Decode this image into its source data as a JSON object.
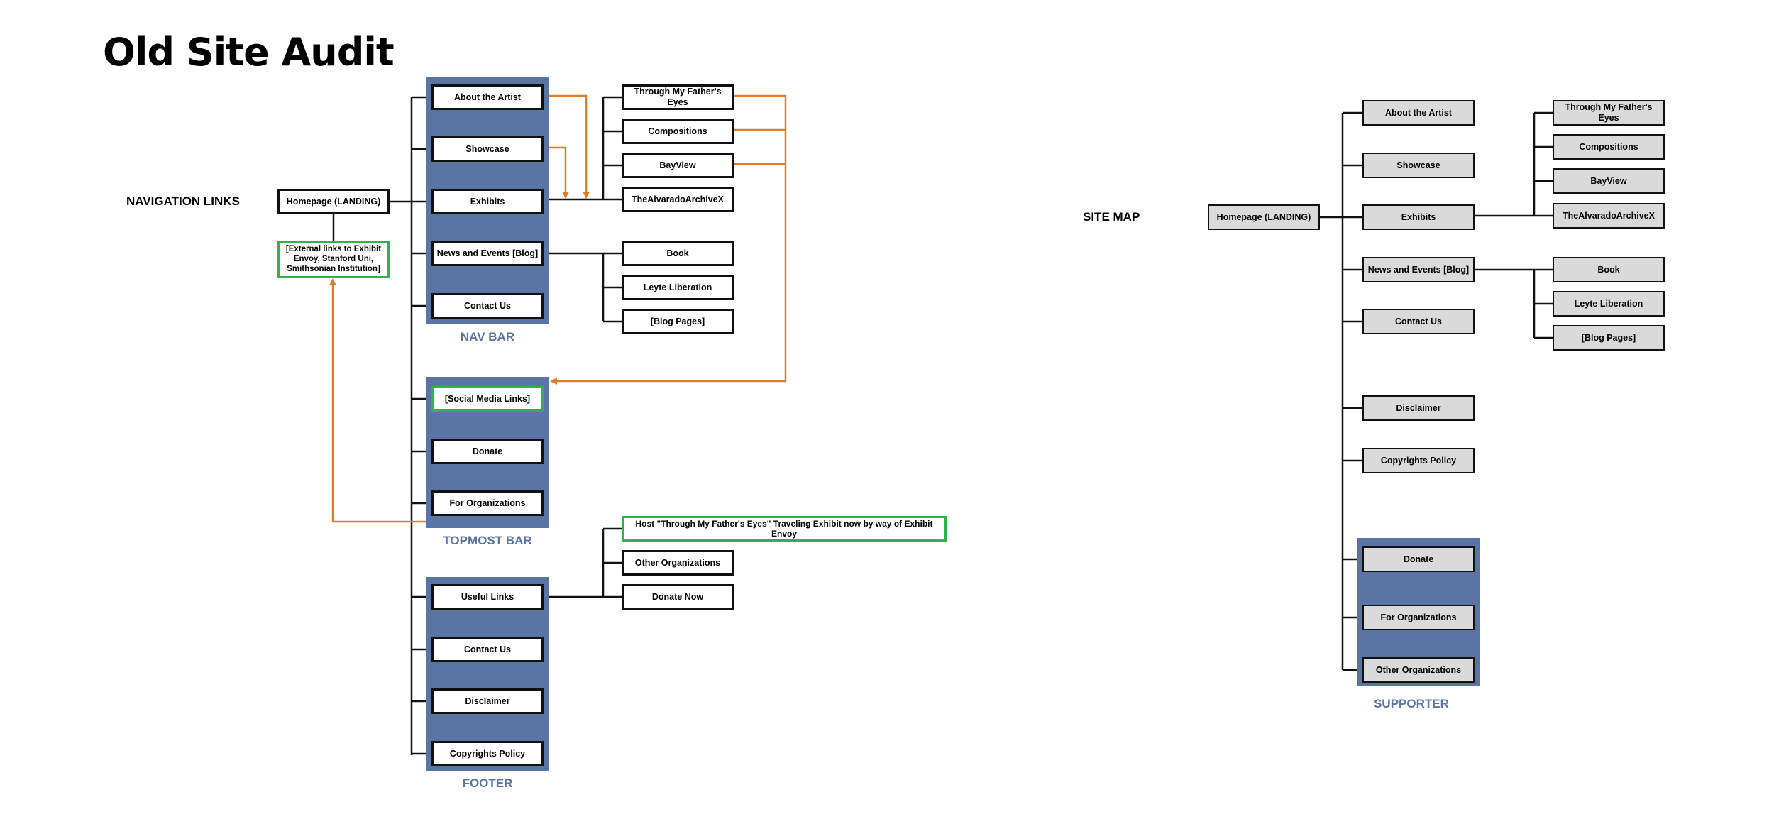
{
  "title": "Old Site Audit",
  "colors": {
    "panel": "#5b74a6",
    "link_arrow": "#e07b29",
    "external_border": "#2fb34a",
    "connector": "#111111",
    "sitemap_node_fill": "#dadada"
  },
  "old_site": {
    "label": "NAVIGATION LINKS",
    "homepage": "Homepage (LANDING)",
    "external_links": "[External links to Exhibit Envoy, Stanford Uni, Smithsonian Institution]",
    "nav_bar": {
      "label": "NAV BAR",
      "items": [
        "About the Artist",
        "Showcase",
        "Exhibits",
        "News and Events [Blog]",
        "Contact Us"
      ]
    },
    "exhibits_children": [
      "Through My Father's Eyes",
      "Compositions",
      "BayView",
      "TheAlvaradoArchiveX"
    ],
    "news_children": [
      "Book",
      "Leyte Liberation",
      "[Blog Pages]"
    ],
    "topmost_bar": {
      "label": "TOPMOST BAR",
      "items": [
        "[Social Media Links]",
        "Donate",
        "For Organizations"
      ]
    },
    "footer": {
      "label": "FOOTER",
      "items": [
        "Useful Links",
        "Contact Us",
        "Disclaimer",
        "Copyrights Policy"
      ]
    },
    "useful_links_children": [
      "Host \"Through My Father's Eyes\" Traveling Exhibit now by way of Exhibit Envoy",
      "Other Organizations",
      "Donate Now"
    ]
  },
  "site_map": {
    "label": "SITE MAP",
    "homepage": "Homepage (LANDING)",
    "items": [
      "About the Artist",
      "Showcase",
      "Exhibits",
      "News and Events [Blog]",
      "Contact Us",
      "Disclaimer",
      "Copyrights Policy"
    ],
    "exhibits_children": [
      "Through My Father's Eyes",
      "Compositions",
      "BayView",
      "TheAlvaradoArchiveX"
    ],
    "news_children": [
      "Book",
      "Leyte Liberation",
      "[Blog Pages]"
    ],
    "supporter": {
      "label": "SUPPORTER",
      "items": [
        "Donate",
        "For Organizations",
        "Other Organizations"
      ]
    }
  }
}
